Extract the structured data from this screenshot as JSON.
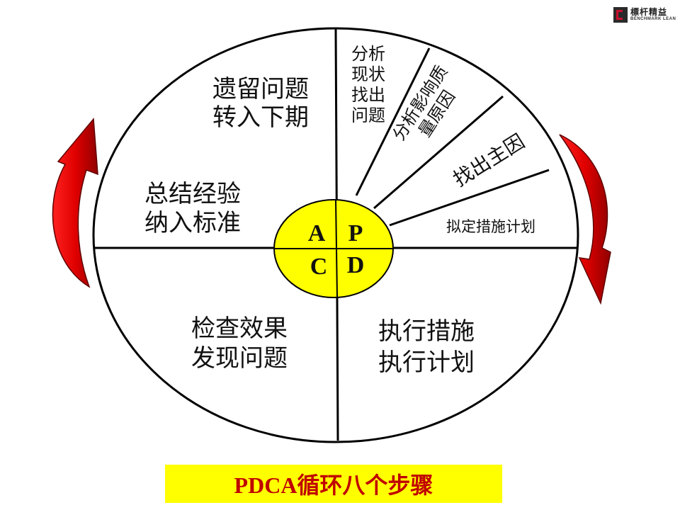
{
  "logo": {
    "name_cn": "標杆精益",
    "name_en": "BENCHMARK LEAN"
  },
  "center": {
    "A": "A",
    "P": "P",
    "C": "C",
    "D": "D"
  },
  "quadrants": {
    "act_top": [
      "遗留问题",
      "转入下期"
    ],
    "act_bottom": [
      "总结经验",
      "纳入标准"
    ],
    "check": [
      "检查效果",
      "发现问题"
    ],
    "do": [
      "执行措施",
      "执行计划"
    ]
  },
  "plan_steps": {
    "step1": [
      "分析",
      "现状",
      "找出",
      "问题"
    ],
    "step2": [
      "分析影响质",
      "量原因"
    ],
    "step3": "找出主因",
    "step4": "拟定措施计划"
  },
  "title": "PDCA循环八个步骤",
  "colors": {
    "circle_fill": "#ffff00",
    "arrow_red": "#e00000",
    "title_text": "#c00000"
  }
}
